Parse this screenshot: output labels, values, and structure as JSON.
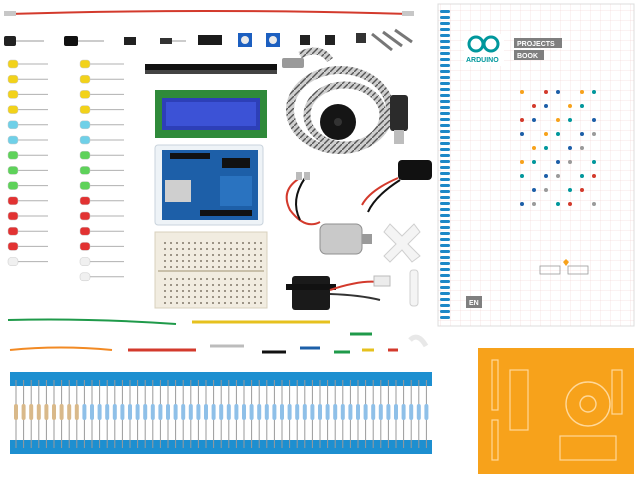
{
  "book": {
    "brand": "ARDUINO",
    "title_line1": "PROJECTS",
    "title_line2": "BOOK",
    "language": "EN"
  },
  "colors": {
    "arduino_teal": "#00979c",
    "board_blue": "#1d5fa8",
    "lcd_blue": "#2d3fb8",
    "breadboard": "#f1ece0",
    "resistor_tape": "#1d8fd0",
    "orange_panel": "#f7a21b",
    "wire_red": "#d33a2c"
  },
  "icons": {
    "logo": "arduino-infinity-logo",
    "leds": "led-icons",
    "board": "microcontroller-board"
  }
}
